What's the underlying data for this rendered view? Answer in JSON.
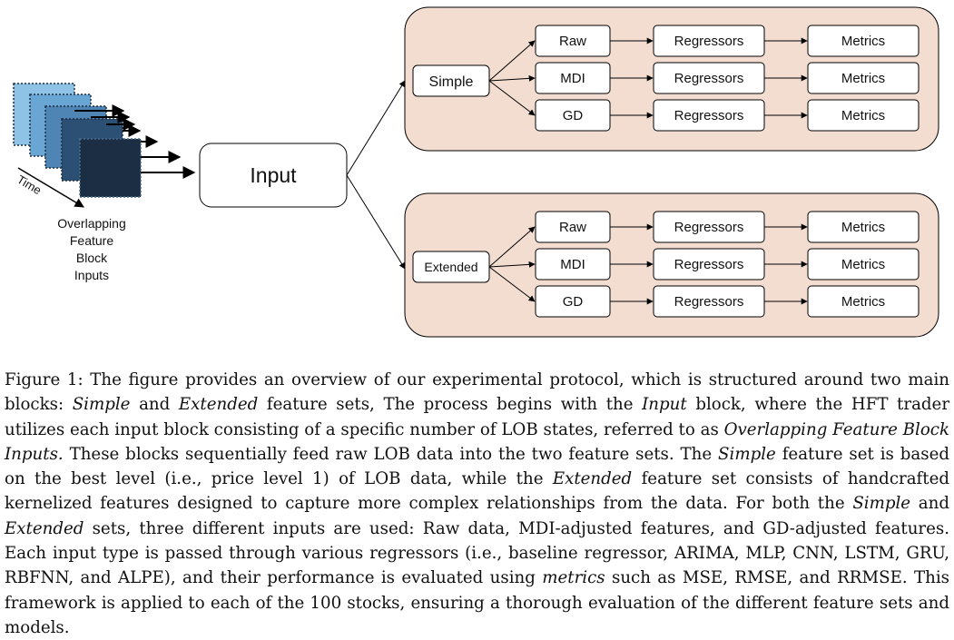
{
  "diagram": {
    "time_label": "Time",
    "block_label_lines": [
      "Overlapping",
      "Feature",
      "Block",
      "Inputs"
    ],
    "input_label": "Input",
    "branches": [
      {
        "label": "Simple",
        "rows": [
          {
            "input": "Raw",
            "model": "Regressors",
            "metric": "Metrics"
          },
          {
            "input": "MDI",
            "model": "Regressors",
            "metric": "Metrics"
          },
          {
            "input": "GD",
            "model": "Regressors",
            "metric": "Metrics"
          }
        ]
      },
      {
        "label": "Extended",
        "rows": [
          {
            "input": "Raw",
            "model": "Regressors",
            "metric": "Metrics"
          },
          {
            "input": "MDI",
            "model": "Regressors",
            "metric": "Metrics"
          },
          {
            "input": "GD",
            "model": "Regressors",
            "metric": "Metrics"
          }
        ]
      }
    ],
    "colors": {
      "panel_fill": "#f2ddd0",
      "stack": [
        "#8ec3e6",
        "#6aa6d4",
        "#4f85b4",
        "#2b5074",
        "#1c2e44"
      ],
      "arrow": "#000000"
    }
  },
  "caption": {
    "segments": [
      {
        "text": "Figure 1: The figure provides an overview of our experimental protocol, which is structured around two main blocks: ",
        "italic": false
      },
      {
        "text": "Simple",
        "italic": true
      },
      {
        "text": " and ",
        "italic": false
      },
      {
        "text": "Extended",
        "italic": true
      },
      {
        "text": " feature sets, The process begins with the ",
        "italic": false
      },
      {
        "text": "Input",
        "italic": true
      },
      {
        "text": " block, where the HFT trader utilizes each input block consisting of a specific number of LOB states, referred to as ",
        "italic": false
      },
      {
        "text": "Overlapping Feature Block Inputs.",
        "italic": true
      },
      {
        "text": " These blocks sequentially feed raw LOB data into the two feature sets. The ",
        "italic": false
      },
      {
        "text": "Simple",
        "italic": true
      },
      {
        "text": " feature set is based on the best level (i.e., price level 1) of LOB data, while the ",
        "italic": false
      },
      {
        "text": "Extended",
        "italic": true
      },
      {
        "text": " feature set consists of handcrafted kernelized features designed to capture more complex relationships from the data. For both the ",
        "italic": false
      },
      {
        "text": "Simple",
        "italic": true
      },
      {
        "text": " and ",
        "italic": false
      },
      {
        "text": "Extended",
        "italic": true
      },
      {
        "text": " sets, three different inputs are used: Raw data, MDI-adjusted features, and GD-adjusted features. Each input type is passed through various regressors (i.e., baseline regressor, ARIMA, MLP, CNN, LSTM, GRU, RBFNN, and ALPE), and their performance is evaluated using ",
        "italic": false
      },
      {
        "text": "metrics",
        "italic": true
      },
      {
        "text": " such as MSE, RMSE, and RRMSE. This framework is applied to each of the 100 stocks, ensuring a thorough evaluation of the different feature sets and models.",
        "italic": false
      }
    ]
  }
}
